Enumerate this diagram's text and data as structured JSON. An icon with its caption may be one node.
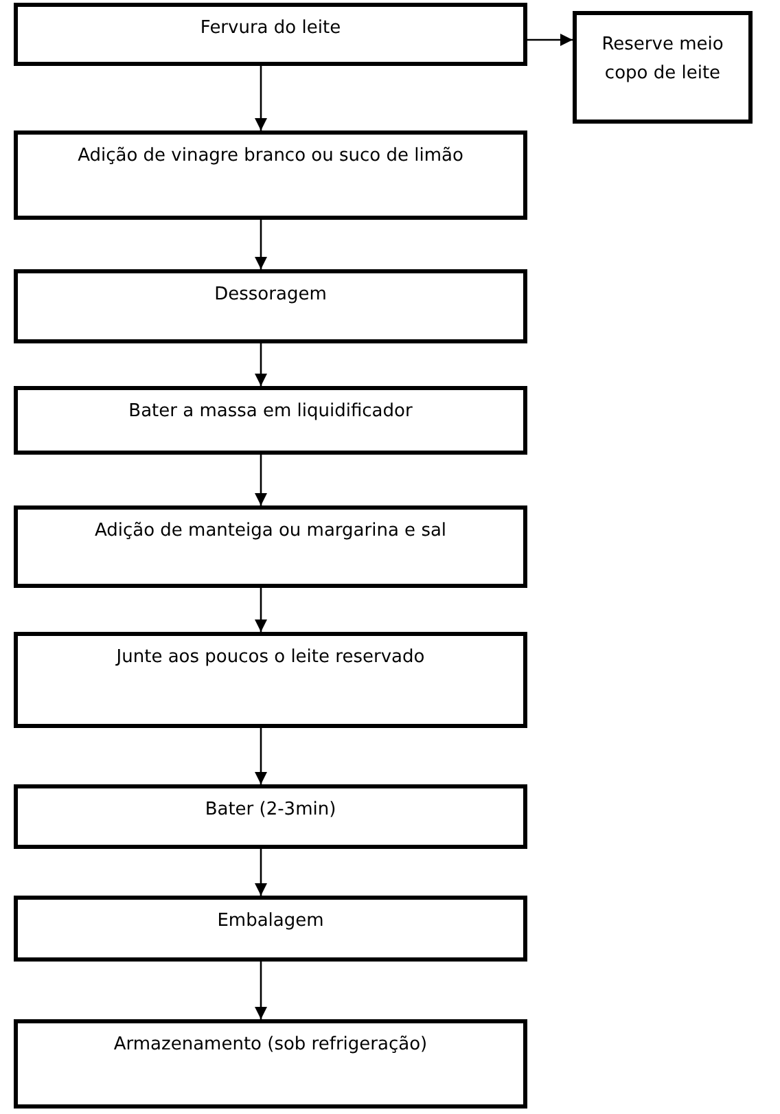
{
  "diagram": {
    "nodes": [
      {
        "text": [
          "Fervura do leite"
        ]
      },
      {
        "text": [
          "Reserve meio copo de leite"
        ]
      },
      {
        "text": [
          "Adição de vinagre branco ou suco de limão"
        ]
      },
      {
        "text": [
          "Dessoragem"
        ]
      },
      {
        "text": [
          "Bater a massa em liquidificador"
        ]
      },
      {
        "text": [
          "Adição de manteiga ou margarina e sal"
        ]
      },
      {
        "text": [
          "Junte aos poucos o leite reservado"
        ]
      },
      {
        "text": [
          "Bater (2-3min)"
        ]
      },
      {
        "text": [
          "Embalagem"
        ]
      },
      {
        "text": [
          "Armazenamento (sob refrigeração)"
        ]
      }
    ],
    "edges": [
      {
        "from": 0,
        "to": 1,
        "arrow": "to"
      },
      {
        "from": 0,
        "to": 2,
        "arrow": "to"
      },
      {
        "from": 2,
        "to": 3,
        "arrow": "to"
      },
      {
        "from": 3,
        "to": 4,
        "arrow": "to"
      },
      {
        "from": 4,
        "to": 5,
        "arrow": "to"
      },
      {
        "from": 5,
        "to": 6,
        "arrow": "to"
      },
      {
        "from": 6,
        "to": 7,
        "arrow": "to"
      },
      {
        "from": 7,
        "to": 8,
        "arrow": "to"
      },
      {
        "from": 8,
        "to": 9,
        "arrow": "to"
      }
    ]
  }
}
